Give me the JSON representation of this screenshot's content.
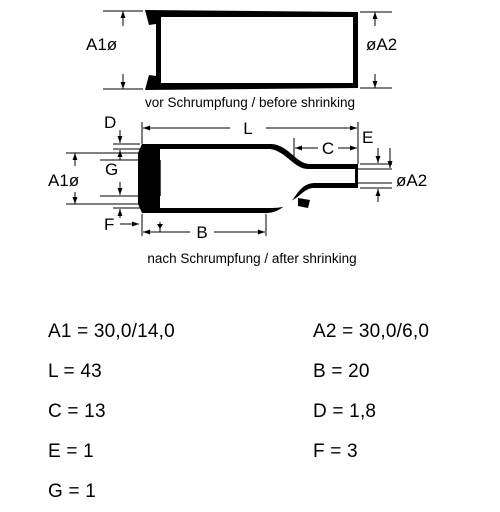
{
  "figure": {
    "labels": {
      "A1": "A1ø",
      "A2": "øA2",
      "L": "L",
      "C": "C",
      "D": "D",
      "E": "E",
      "G": "G",
      "F": "F",
      "B": "B"
    },
    "caption_before": "vor Schrumpfung / before shrinking",
    "caption_after": "nach Schrumpfung / after shrinking"
  },
  "specs": [
    [
      "A1 = 30,0/14,0",
      "A2 = 30,0/6,0"
    ],
    [
      "L = 43",
      "B = 20"
    ],
    [
      "C = 13",
      "D = 1,8"
    ],
    [
      "E = 1",
      "F = 3"
    ],
    [
      "G = 1",
      ""
    ]
  ]
}
